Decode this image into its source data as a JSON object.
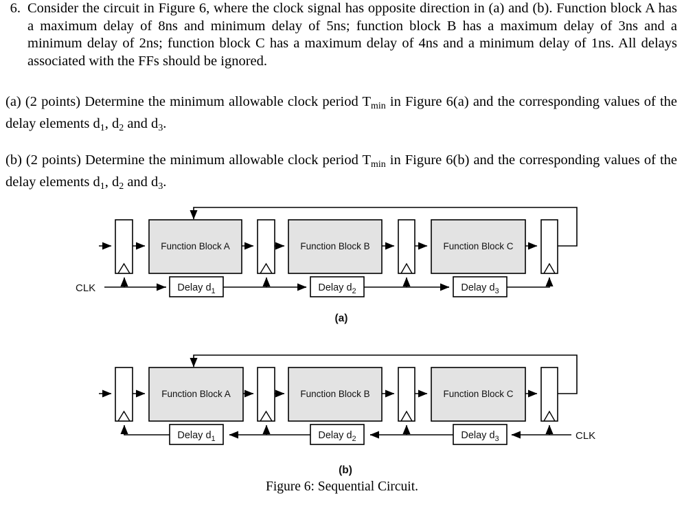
{
  "question": {
    "number": "6.",
    "text": "Consider the circuit in Figure 6, where the clock signal has opposite direction in (a) and (b). Function block A has a maximum delay of 8ns and minimum delay of 5ns; function block B has a maximum delay of 3ns and a minimum delay of 2ns; function block C has a maximum delay of 4ns and a minimum delay of 1ns. All delays associated with the FFs should be ignored."
  },
  "parts": [
    {
      "id": "a",
      "prefix": "(a) (2 points) Determine the minimum allowable clock period T",
      "sub1": "min",
      "mid": " in Figure 6(a) and the corresponding values of the delay elements d",
      "sub2": "1",
      "mid2": ", d",
      "sub3": "2",
      "mid3": " and d",
      "sub4": "3",
      "suffix": "."
    },
    {
      "id": "b",
      "prefix": "(b) (2 points) Determine the minimum allowable clock period T",
      "sub1": "min",
      "mid": " in Figure 6(b) and the corresponding values of the delay elements d",
      "sub2": "1",
      "mid2": ", d",
      "sub3": "2",
      "mid3": " and d",
      "sub4": "3",
      "suffix": "."
    }
  ],
  "figure": {
    "caption": "Figure 6: Sequential Circuit.",
    "sublabel_a": "(a)",
    "sublabel_b": "(b)",
    "clk_label": "CLK",
    "function_blocks": [
      "Function Block A",
      "Function Block B",
      "Function Block C"
    ],
    "delay_blocks": [
      {
        "word": "Delay d",
        "sub": "1"
      },
      {
        "word": "Delay d",
        "sub": "2"
      },
      {
        "word": "Delay d",
        "sub": "3"
      }
    ],
    "diagram_a": {
      "clock_direction": "left-to-right",
      "clk_entry_side": "left",
      "flip_flop_count": 4,
      "feedback": "last-ff-output to function-block-A top"
    },
    "diagram_b": {
      "clock_direction": "right-to-left",
      "clk_entry_side": "right",
      "flip_flop_count": 4,
      "feedback": "last-ff-output to function-block-A top"
    }
  },
  "colors": {
    "function_block_fill": "#e3e3e3",
    "stroke": "#000000",
    "page_background": "#ffffff"
  }
}
